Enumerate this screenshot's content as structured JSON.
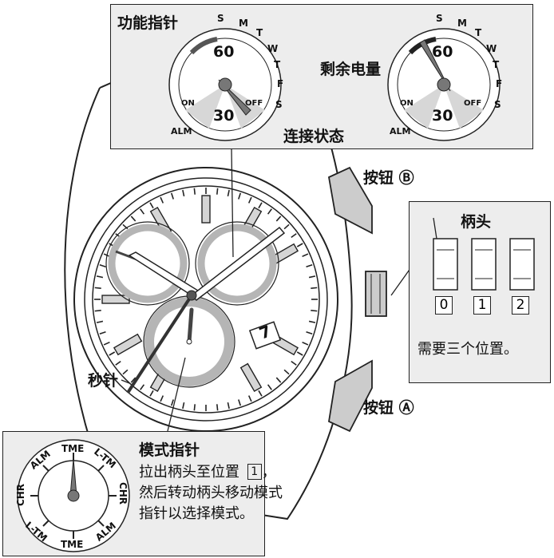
{
  "top_box": {
    "title": "功能指针",
    "remaining_power": "剩余电量",
    "connection_status": "连接状态",
    "dial_numbers": [
      "60",
      "30"
    ],
    "day_letters": [
      "S",
      "M",
      "T",
      "W",
      "T",
      "F",
      "S"
    ],
    "on": "ON",
    "off": "OFF",
    "alm": "ALM"
  },
  "button_b": "按钮 Ⓑ",
  "button_a": "按钮 Ⓐ",
  "second_hand": "秒针",
  "date_value": "7",
  "crown_box": {
    "title": "柄头",
    "positions": [
      "0",
      "1",
      "2"
    ],
    "note": "需要三个位置。"
  },
  "mode_box": {
    "title": "模式指针",
    "line1_prefix": "拉出柄头至位置",
    "line1_digit": "1",
    "line1_suffix": "，",
    "line2": "然后转动柄头移动模式",
    "line3": "指针以选择模式。",
    "mode_labels": [
      "TME",
      "L-TM",
      "CHR",
      "ALM",
      "TME",
      "ALM",
      "CHR",
      "L-TM"
    ]
  },
  "colors": {
    "outline": "#222222",
    "panel": "#ededed",
    "hand_fill": "#777777",
    "subdial_ring": "#b5b5b5"
  }
}
